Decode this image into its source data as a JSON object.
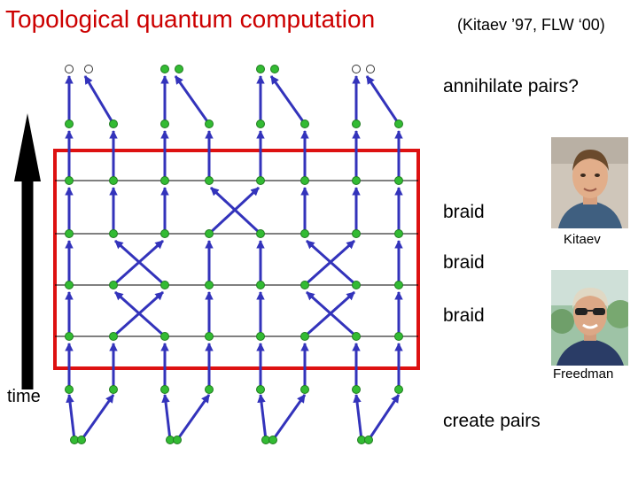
{
  "title": "Topological quantum computation",
  "references": "(Kitaev ’97, FLW ‘00)",
  "labels": {
    "annihilate": "annihilate pairs?",
    "braid_1": "braid",
    "braid_2": "braid",
    "braid_3": "braid",
    "create": "create pairs",
    "time": "time"
  },
  "photos": {
    "kitaev_caption": "Kitaev",
    "freedman_caption": "Freedman"
  },
  "colors": {
    "title": "#cc0000",
    "frame": "#dd1111",
    "worldline": "#3333bb",
    "particle": "#33bb33"
  },
  "diagram": {
    "pairs": 4,
    "braid_steps": [
      {
        "label": "braid",
        "swap_pairs": [
          2
        ]
      },
      {
        "label": "braid",
        "swap_pairs": [
          1,
          3
        ]
      },
      {
        "label": "braid",
        "swap_pairs": [
          1,
          3
        ]
      }
    ]
  }
}
